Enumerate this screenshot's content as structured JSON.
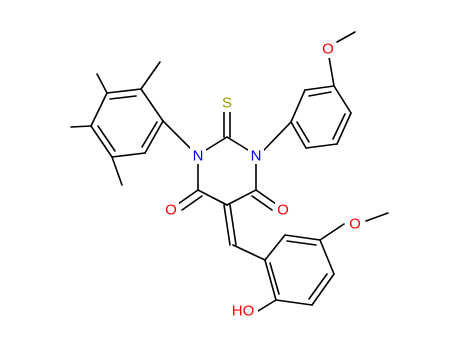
{
  "molecule": {
    "colors": {
      "carbon_bond": "#000000",
      "nitrogen": "#0000ff",
      "oxygen": "#ff0000",
      "sulfur": "#999900",
      "background": "#ffffff"
    },
    "atoms": {
      "S_thione": "S",
      "N1": "N",
      "N3": "N",
      "O4": "O",
      "O6": "O",
      "O_methoxy_top": "O",
      "O_methoxy_right": "O",
      "O_hydroxy": "HO"
    }
  }
}
